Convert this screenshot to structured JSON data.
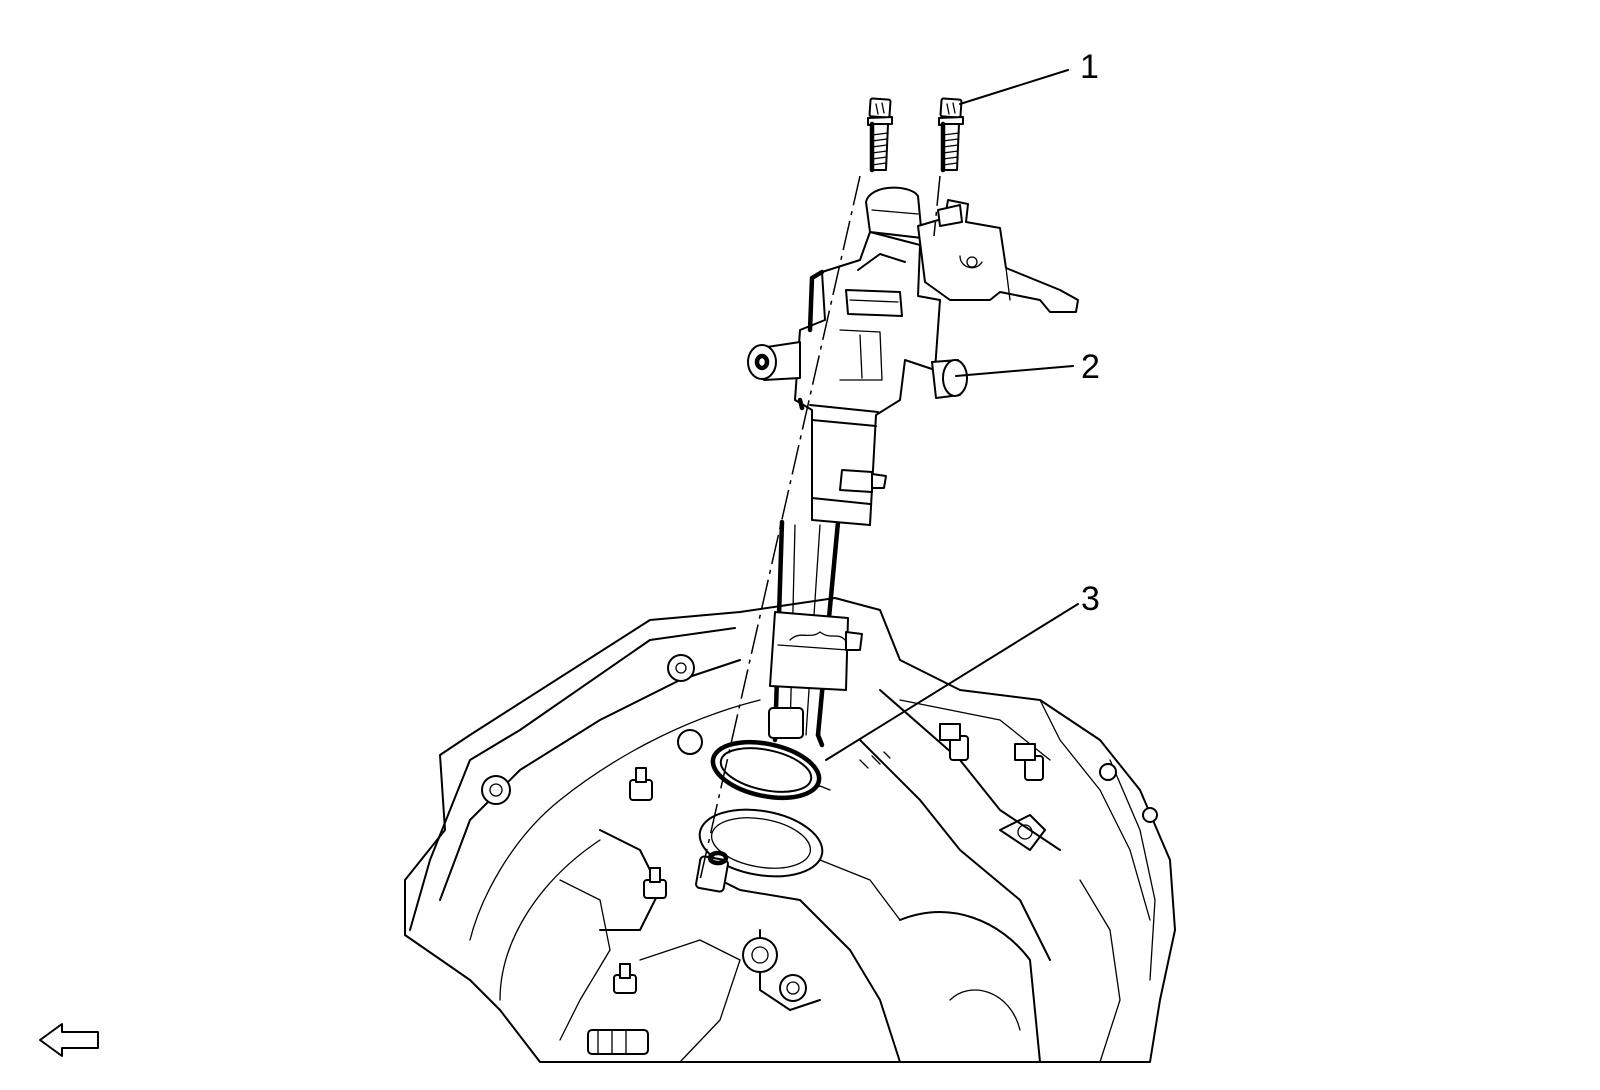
{
  "diagram": {
    "callouts": [
      {
        "id": "1",
        "label": "1"
      },
      {
        "id": "2",
        "label": "2"
      },
      {
        "id": "3",
        "label": "3"
      }
    ],
    "icons": {
      "view_direction": "arrow-left-icon"
    },
    "colors": {
      "line": "#000000",
      "background": "#ffffff"
    }
  }
}
